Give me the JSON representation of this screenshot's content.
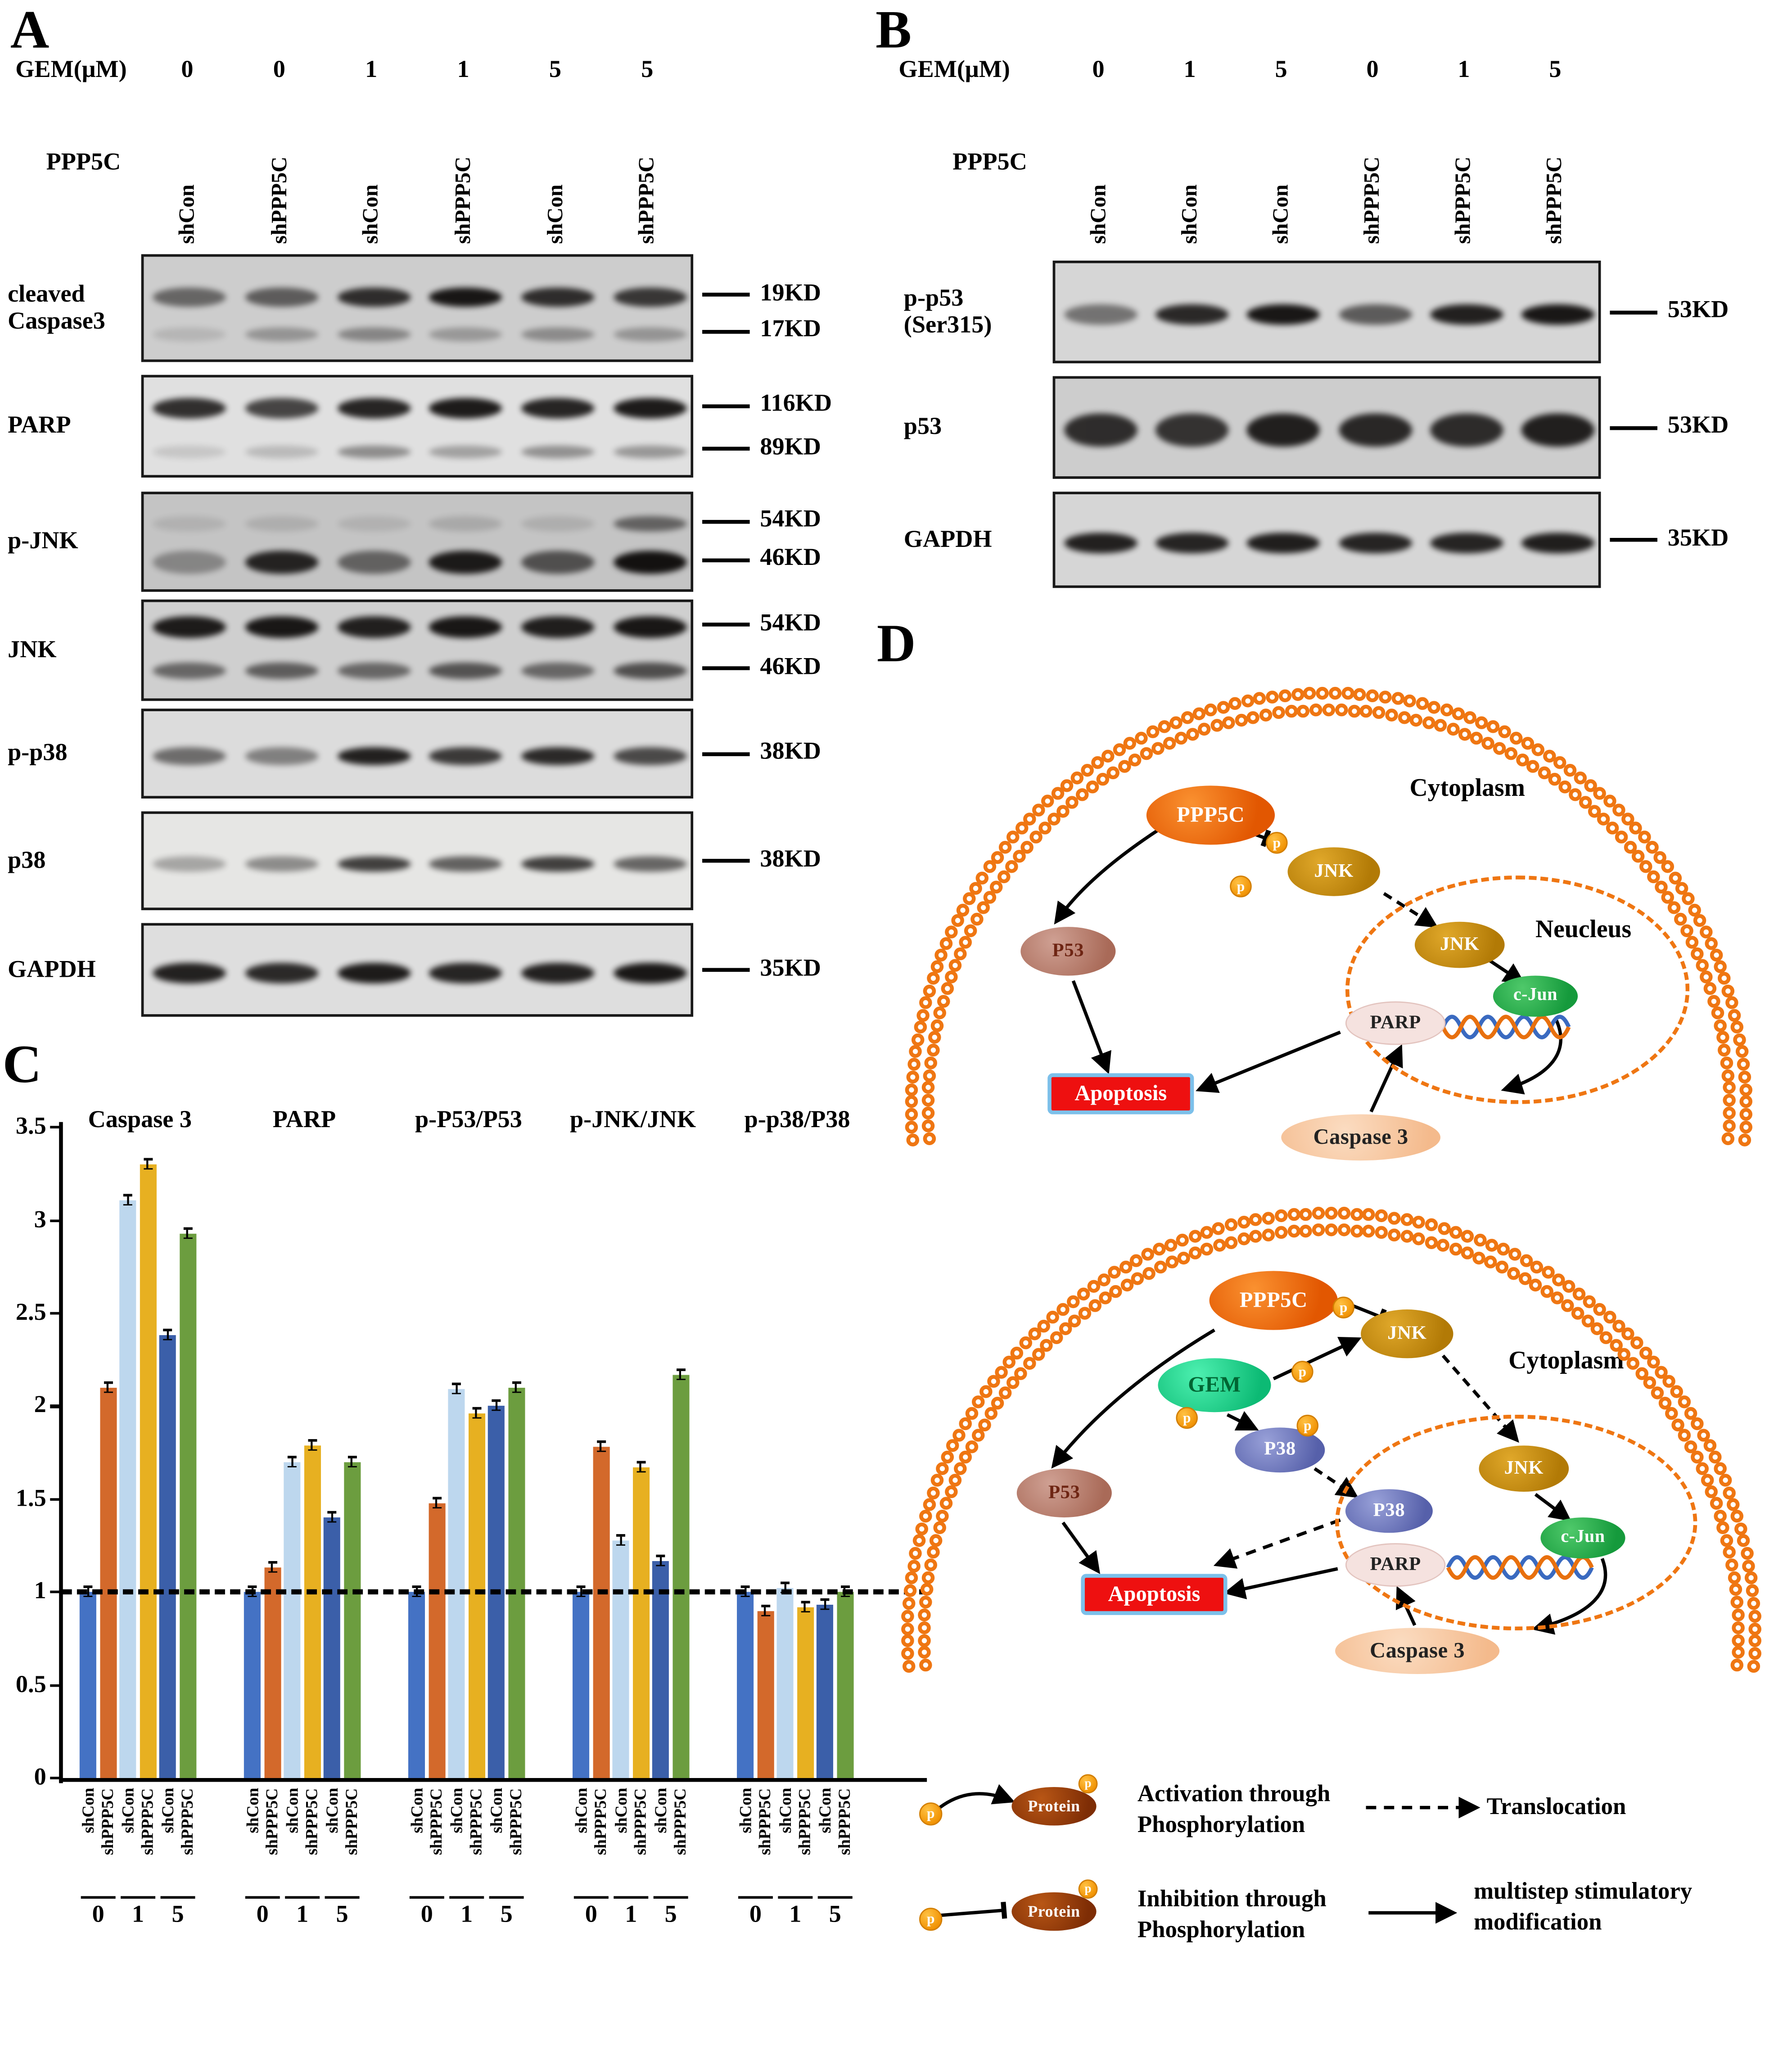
{
  "panelA": {
    "label": "A",
    "gem_label": "GEM(μM)",
    "ppp5c_label": "PPP5C",
    "gem_values": [
      "0",
      "0",
      "1",
      "1",
      "5",
      "5"
    ],
    "lanes": [
      "shCon",
      "shPPP5C",
      "shCon",
      "shPPP5C",
      "shCon",
      "shPPP5C"
    ],
    "blots": [
      {
        "name": "cleaved\nCaspase3",
        "bg": "#cdcdcd",
        "markers": [
          {
            "label": "19KD",
            "y": 0.38
          },
          {
            "label": "17KD",
            "y": 0.72
          }
        ],
        "rows": [
          {
            "y": 0.38,
            "h": 15,
            "bands": [
              0.55,
              0.6,
              0.85,
              0.97,
              0.85,
              0.8
            ]
          },
          {
            "y": 0.72,
            "h": 11,
            "bands": [
              0.12,
              0.3,
              0.38,
              0.28,
              0.35,
              0.3
            ]
          }
        ]
      },
      {
        "name": "PARP",
        "bg": "#e0e0e0",
        "markers": [
          {
            "label": "116KD",
            "y": 0.3
          },
          {
            "label": "89KD",
            "y": 0.72
          }
        ],
        "rows": [
          {
            "y": 0.3,
            "h": 16,
            "bands": [
              0.85,
              0.75,
              0.9,
              0.95,
              0.9,
              0.95
            ]
          },
          {
            "y": 0.72,
            "h": 10,
            "bands": [
              0.12,
              0.18,
              0.4,
              0.3,
              0.38,
              0.35
            ]
          }
        ]
      },
      {
        "name": "p-JNK",
        "bg": "#c4c4c4",
        "markers": [
          {
            "label": "54KD",
            "y": 0.3
          },
          {
            "label": "46KD",
            "y": 0.68
          }
        ],
        "rows": [
          {
            "y": 0.3,
            "h": 12,
            "bands": [
              0.1,
              0.12,
              0.1,
              0.15,
              0.12,
              0.55
            ]
          },
          {
            "y": 0.68,
            "h": 18,
            "bands": [
              0.35,
              0.9,
              0.55,
              0.95,
              0.65,
              1
            ]
          }
        ]
      },
      {
        "name": "JNK",
        "bg": "#cfcfcf",
        "markers": [
          {
            "label": "54KD",
            "y": 0.25
          },
          {
            "label": "46KD",
            "y": 0.68
          }
        ],
        "rows": [
          {
            "y": 0.25,
            "h": 17,
            "bands": [
              0.95,
              0.97,
              0.92,
              0.97,
              0.93,
              0.97
            ]
          },
          {
            "y": 0.68,
            "h": 13,
            "bands": [
              0.55,
              0.6,
              0.55,
              0.65,
              0.55,
              0.68
            ]
          }
        ]
      },
      {
        "name": "p-p38",
        "bg": "#dcdcdc",
        "markers": [
          {
            "label": "38KD",
            "y": 0.5
          }
        ],
        "rows": [
          {
            "y": 0.5,
            "h": 14,
            "bands": [
              0.55,
              0.45,
              0.92,
              0.8,
              0.88,
              0.72
            ]
          }
        ]
      },
      {
        "name": "p38",
        "bg": "#e6e6e4",
        "markers": [
          {
            "label": "38KD",
            "y": 0.5
          }
        ],
        "rows": [
          {
            "y": 0.5,
            "h": 12,
            "bands": [
              0.3,
              0.42,
              0.78,
              0.62,
              0.78,
              0.6
            ]
          }
        ]
      },
      {
        "name": "GAPDH",
        "bg": "#dedede",
        "markers": [
          {
            "label": "35KD",
            "y": 0.5
          }
        ],
        "rows": [
          {
            "y": 0.5,
            "h": 16,
            "bands": [
              0.92,
              0.88,
              0.95,
              0.9,
              0.92,
              0.97
            ]
          }
        ]
      }
    ]
  },
  "panelB": {
    "label": "B",
    "gem_label": "GEM(μM)",
    "ppp5c_label": "PPP5C",
    "gem_values": [
      "0",
      "1",
      "5",
      "0",
      "1",
      "5"
    ],
    "lanes": [
      "shCon",
      "shCon",
      "shCon",
      "shPPP5C",
      "shPPP5C",
      "shPPP5C"
    ],
    "blots": [
      {
        "name": "p-p53\n(Ser315)",
        "bg": "#d6d6d6",
        "markers": [
          {
            "label": "53KD",
            "y": 0.5
          }
        ],
        "rows": [
          {
            "y": 0.5,
            "h": 16,
            "bands": [
              0.5,
              0.88,
              0.97,
              0.62,
              0.92,
              0.97
            ]
          }
        ]
      },
      {
        "name": "p53",
        "bg": "#cdcdcd",
        "markers": [
          {
            "label": "53KD",
            "y": 0.5
          }
        ],
        "rows": [
          {
            "y": 0.5,
            "h": 26,
            "bands": [
              0.85,
              0.82,
              0.92,
              0.88,
              0.86,
              0.92
            ]
          }
        ]
      },
      {
        "name": "GAPDH",
        "bg": "#d6d6d6",
        "markers": [
          {
            "label": "35KD",
            "y": 0.5
          }
        ],
        "rows": [
          {
            "y": 0.5,
            "h": 16,
            "bands": [
              0.92,
              0.9,
              0.93,
              0.9,
              0.9,
              0.93
            ]
          }
        ]
      }
    ]
  },
  "panelC": {
    "label": "C"
  },
  "chart_data": {
    "type": "bar",
    "ylim": [
      0,
      3.5
    ],
    "yticks": [
      0,
      0.5,
      1,
      1.5,
      2,
      2.5,
      3,
      3.5
    ],
    "reference_line": 1.0,
    "grid": false,
    "legend_position": "none",
    "bar_labels": [
      "shCon",
      "shPPP5C",
      "shCon",
      "shPPP5C",
      "shCon",
      "shPPP5C"
    ],
    "gem_doses": [
      "0",
      "1",
      "5"
    ],
    "colors": [
      "#4472C4",
      "#D3692B",
      "#BDD7EE",
      "#E7B021",
      "#3B5FA9",
      "#6C9D3F"
    ],
    "groups": [
      {
        "name": "Caspase 3",
        "values": [
          1.0,
          2.1,
          3.11,
          3.3,
          2.38,
          2.93
        ]
      },
      {
        "name": "PARP",
        "values": [
          1.0,
          1.13,
          1.7,
          1.79,
          1.4,
          1.7
        ]
      },
      {
        "name": "p-P53/P53",
        "values": [
          1.0,
          1.48,
          2.09,
          1.96,
          2.0,
          2.1
        ]
      },
      {
        "name": "p-JNK/JNK",
        "values": [
          1.0,
          1.78,
          1.28,
          1.67,
          1.17,
          2.17
        ]
      },
      {
        "name": "p-p38/P38",
        "values": [
          1.0,
          0.9,
          1.02,
          0.92,
          0.93,
          1.0
        ]
      }
    ],
    "errors": 0.02
  },
  "panelD": {
    "label": "D",
    "cell1": {
      "cytoplasm": "Cytoplasm",
      "nucleus": "Neucleus",
      "nodes": {
        "ppp5c": "PPP5C",
        "jnk_c": "JNK",
        "jnk_n": "JNK",
        "p53": "P53",
        "cjun": "c-Jun",
        "parp": "PARP",
        "apoptosis": "Apoptosis",
        "caspase3": "Caspase 3",
        "p": "p"
      }
    },
    "cell2": {
      "cytoplasm": "Cytoplasm",
      "nodes": {
        "ppp5c": "PPP5C",
        "gem": "GEM",
        "jnk_c": "JNK",
        "p38_c": "P38",
        "jnk_n": "JNK",
        "p38_n": "P38",
        "p53": "P53",
        "cjun": "c-Jun",
        "parp": "PARP",
        "apoptosis": "Apoptosis",
        "caspase3": "Caspase 3",
        "p": "p"
      }
    },
    "legend": {
      "protein": "Protein",
      "p": "p",
      "activation": "Activation through\nPhosphorylation",
      "translocation": "Translocation",
      "inhibition": "Inhibition through\nPhosphorylation",
      "multistep": "multistep stimulatory\nmodification"
    }
  }
}
